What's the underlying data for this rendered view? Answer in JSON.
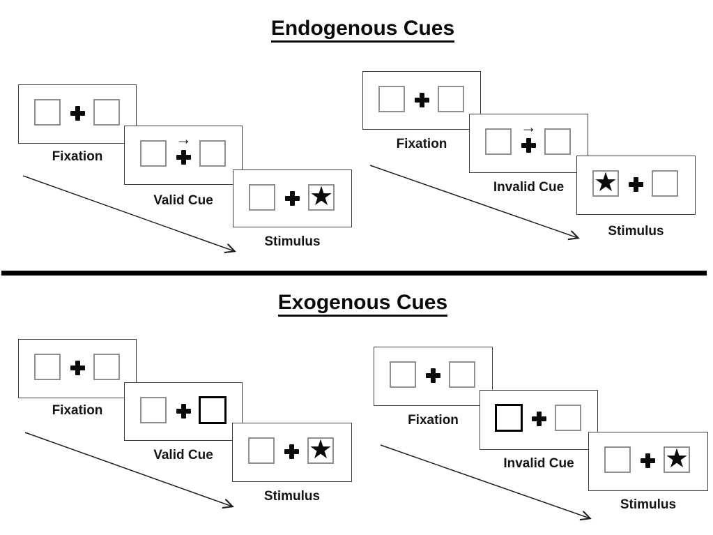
{
  "sections": [
    {
      "id": "endogenous",
      "title": "Endogenous Cues",
      "groups": [
        {
          "id": "endogenous-valid-trial",
          "panels": [
            {
              "label": "Fixation",
              "kind": "fixation"
            },
            {
              "label": "Valid Cue",
              "kind": "central-arrow-cue",
              "cue": "arrow-right"
            },
            {
              "label": "Stimulus",
              "kind": "stimulus",
              "target_side": "right"
            }
          ]
        },
        {
          "id": "endogenous-invalid-trial",
          "panels": [
            {
              "label": "Fixation",
              "kind": "fixation"
            },
            {
              "label": "Invalid Cue",
              "kind": "central-arrow-cue",
              "cue": "arrow-right"
            },
            {
              "label": "Stimulus",
              "kind": "stimulus",
              "target_side": "left"
            }
          ]
        }
      ]
    },
    {
      "id": "exogenous",
      "title": "Exogenous Cues",
      "groups": [
        {
          "id": "exogenous-valid-trial",
          "panels": [
            {
              "label": "Fixation",
              "kind": "fixation"
            },
            {
              "label": "Valid Cue",
              "kind": "peripheral-box-cue",
              "cue_side": "right"
            },
            {
              "label": "Stimulus",
              "kind": "stimulus",
              "target_side": "right"
            }
          ]
        },
        {
          "id": "exogenous-invalid-trial",
          "panels": [
            {
              "label": "Fixation",
              "kind": "fixation"
            },
            {
              "label": "Invalid Cue",
              "kind": "peripheral-box-cue",
              "cue_side": "left"
            },
            {
              "label": "Stimulus",
              "kind": "stimulus",
              "target_side": "right"
            }
          ]
        }
      ]
    }
  ],
  "glyphs": {
    "star": "★",
    "cue_arrow": "→"
  },
  "colors": {
    "background": "#ffffff",
    "ink": "#000000",
    "panel_border": "#3f3f3f",
    "square_border": "#8f8f8f",
    "cue_highlight": "#000000",
    "divider": "#000000"
  }
}
